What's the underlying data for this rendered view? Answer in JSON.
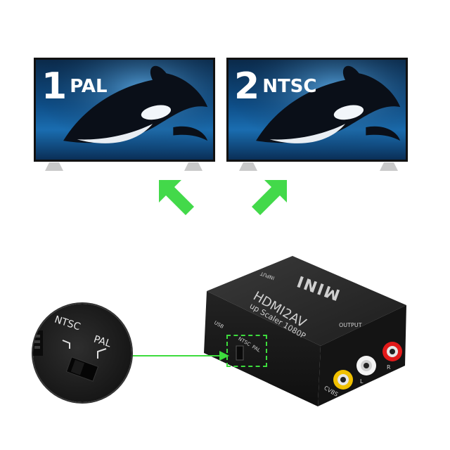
{
  "tv_left": {
    "number": "1",
    "standard": "PAL"
  },
  "tv_right": {
    "number": "2",
    "standard": "NTSC"
  },
  "zoom": {
    "ntsc_label": "NTSC",
    "pal_label": "PAL"
  },
  "device": {
    "brand": "MINI",
    "model": "HDMI2AV",
    "subtitle": "up Scaler 1080P",
    "input_label": "INPUT",
    "output_label": "OUTPUT",
    "usb_label": "USB",
    "switch_ntsc": "NTSC",
    "switch_pal": "PAL",
    "cvbs_label": "CVBS",
    "l_label": "L",
    "r_label": "R"
  },
  "colors": {
    "arrow_green": "#43d94a",
    "connector_green": "#3ddc3d",
    "device_body": "#1c1c1c"
  },
  "icons": [
    "tv-icon",
    "orca-image",
    "arrow-up-left-icon",
    "arrow-up-right-icon",
    "switch-icon"
  ]
}
